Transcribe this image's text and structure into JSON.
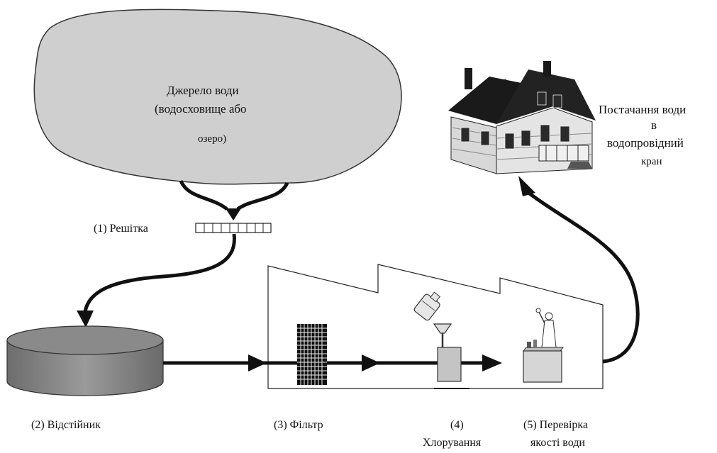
{
  "diagram": {
    "source": {
      "line1": "Джерело води",
      "line2": "(водосховище або",
      "line3": "озеро)"
    },
    "screen_label": "(1) Решітка",
    "settling_label": "(2) Відстійник",
    "filter_label": "(3) Фільтр",
    "chlorination": {
      "line1": "(4)",
      "line2": "Хлорування"
    },
    "quality_check": {
      "line1": "(5) Перевірка",
      "line2": "якості води"
    },
    "supply": {
      "line1": "Постачання води",
      "line2": "в",
      "line3": "водопровідний",
      "line4": "кран"
    }
  }
}
